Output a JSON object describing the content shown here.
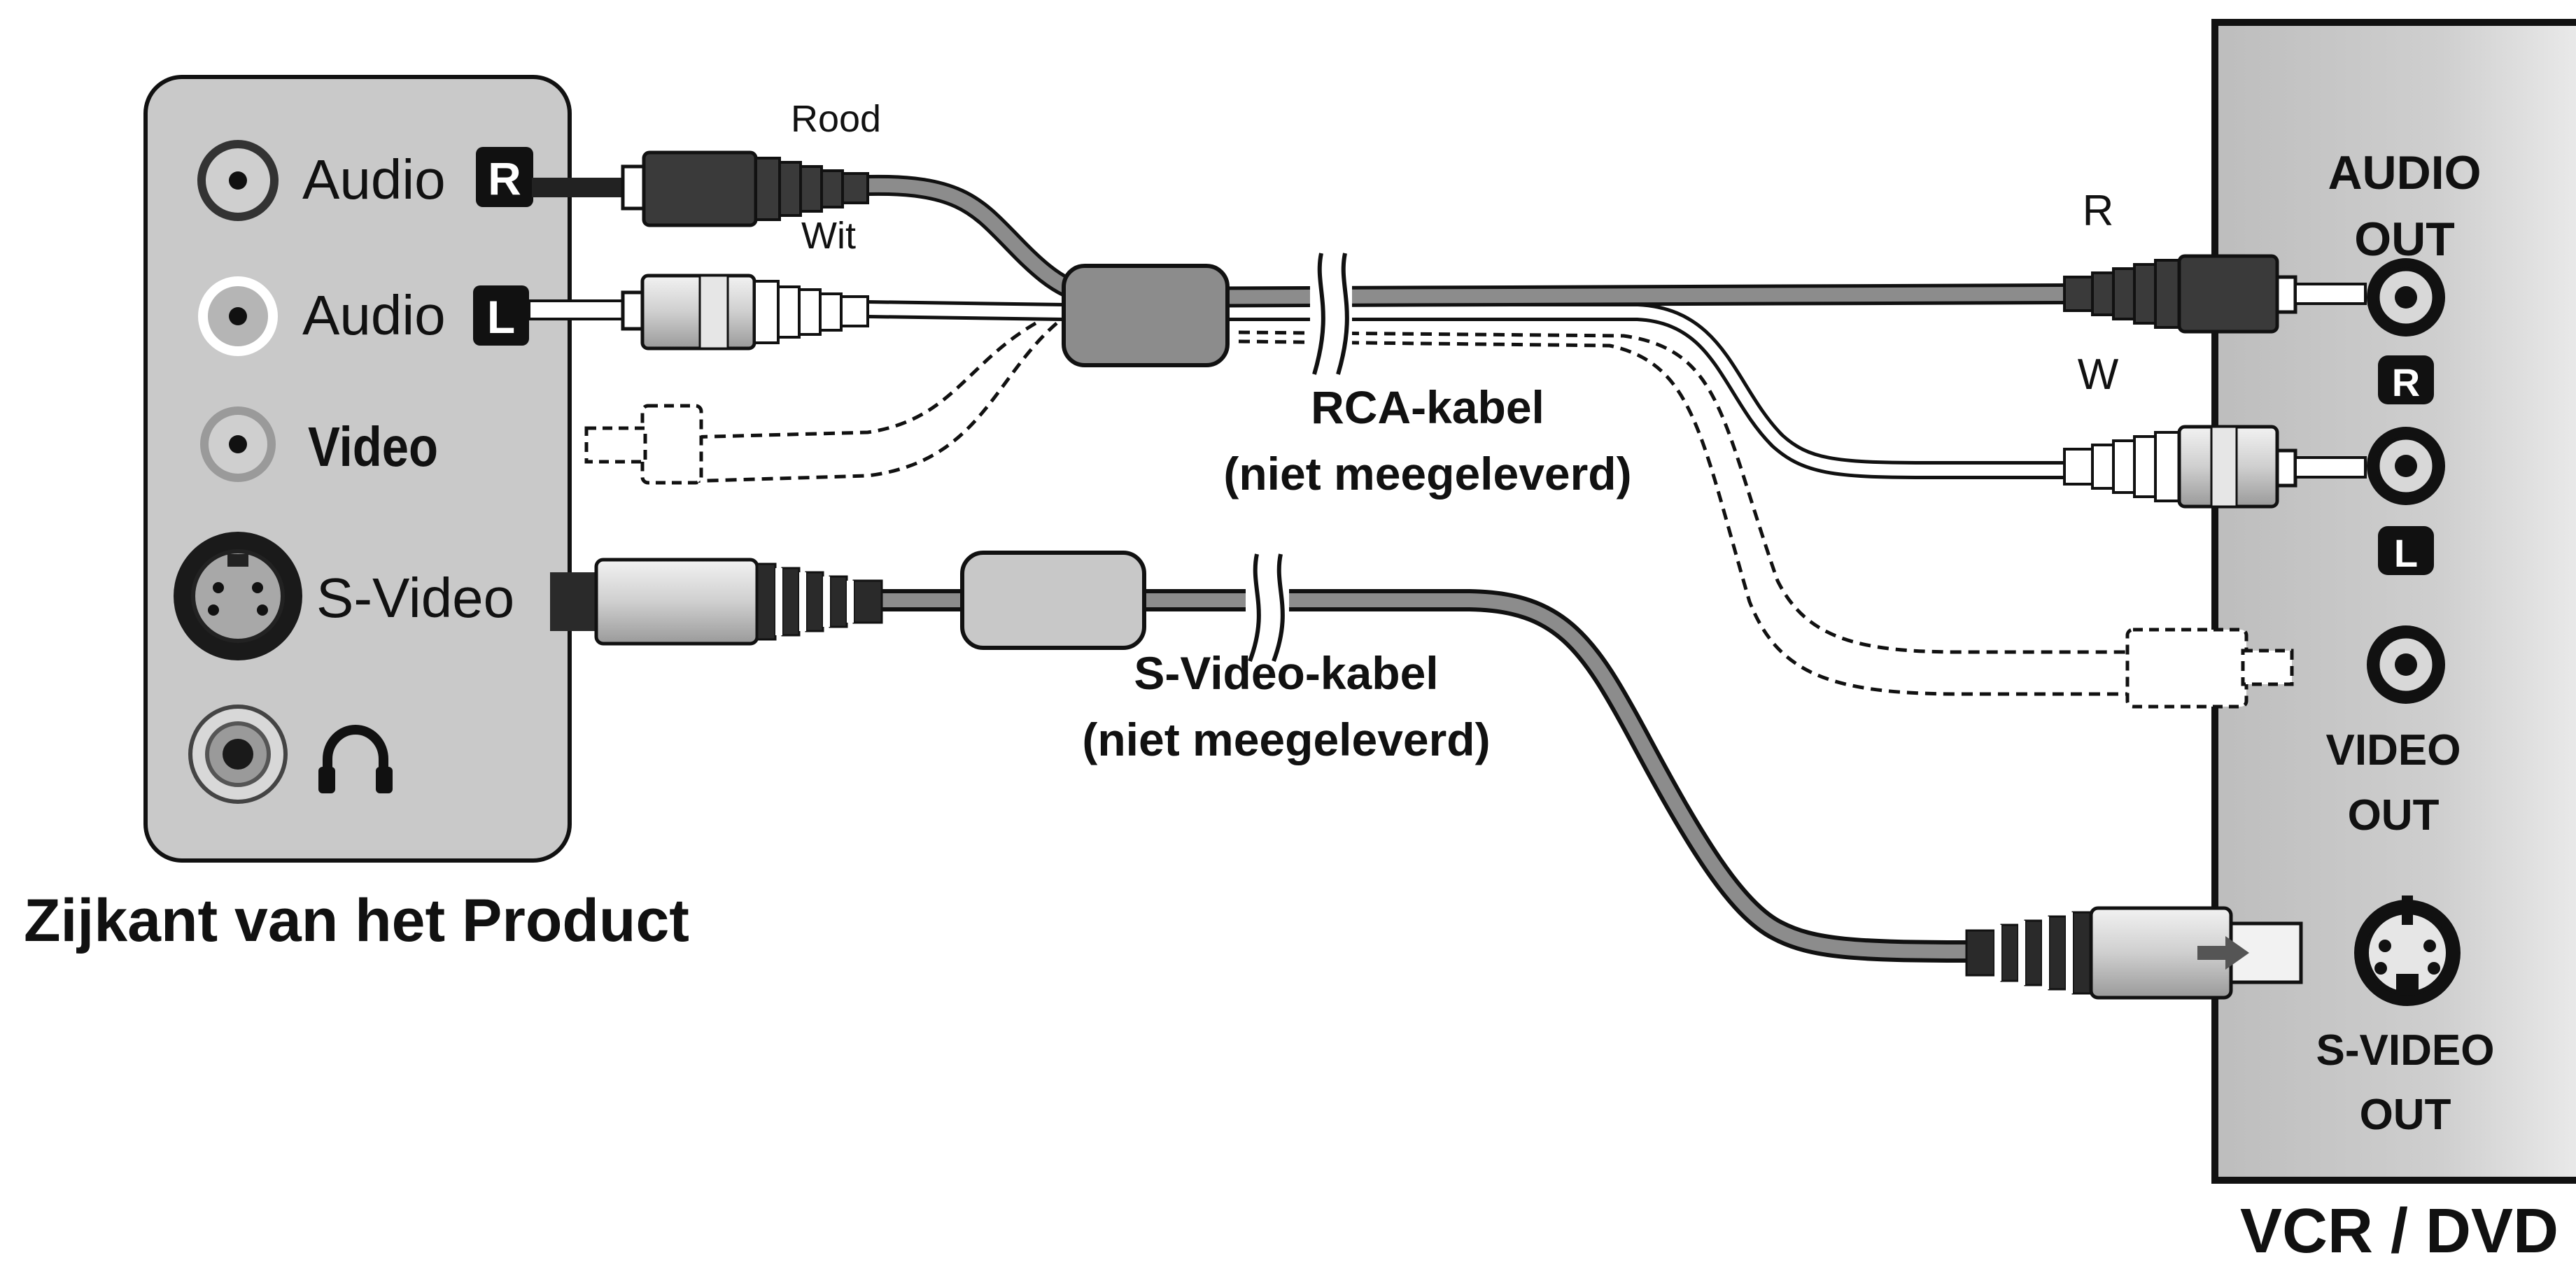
{
  "product_panel": {
    "jacks": [
      {
        "label": "Audio",
        "badge": "R"
      },
      {
        "label": "Audio",
        "badge": "L"
      },
      {
        "label": "Video"
      },
      {
        "label": "S-Video"
      }
    ],
    "caption": "Zijkant van het Product"
  },
  "cable_labels": {
    "red": "Rood",
    "white": "Wit",
    "r": "R",
    "w": "W"
  },
  "rca_cable": {
    "title": "RCA-kabel",
    "note": "(niet meegeleverd)"
  },
  "svideo_cable": {
    "title": "S-Video-kabel",
    "note": "(niet meegeleverd)"
  },
  "vcr_panel": {
    "audio_out_1": "AUDIO",
    "audio_out_2": "OUT",
    "badge_r": "R",
    "badge_l": "L",
    "video_out_1": "VIDEO",
    "video_out_2": "OUT",
    "svideo_out_1": "S-VIDEO",
    "svideo_out_2": "OUT",
    "caption": "VCR / DVD"
  },
  "colors": {
    "panel_fill": "#c9c9c9",
    "cable_gray": "#8c8c8c",
    "plug_dark": "#3a3a3a",
    "outline": "#111111"
  },
  "icons": [
    "rca-jack-icon",
    "svideo-jack-icon",
    "headphone-jack-icon",
    "headphones-icon",
    "ferrite-core-icon",
    "break-mark-icon",
    "arrow-right-icon"
  ]
}
